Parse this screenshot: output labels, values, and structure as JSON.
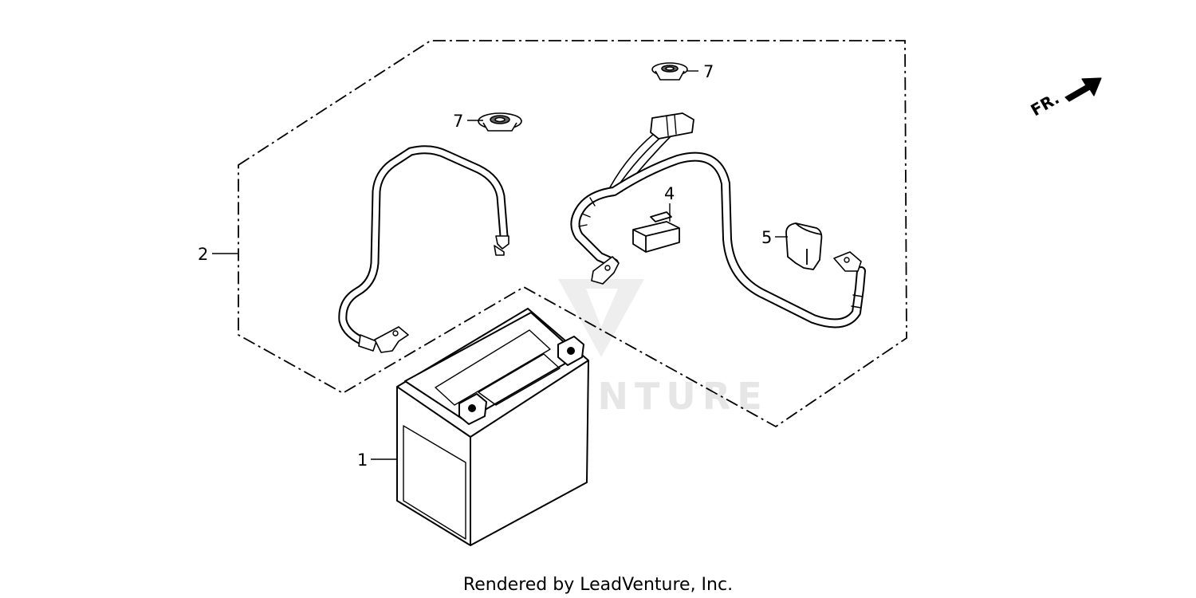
{
  "diagram": {
    "callouts": {
      "battery": "1",
      "cable_kit": "2",
      "fuse": "4",
      "terminal_cover": "5",
      "grommet_left": "7",
      "grommet_right": "7"
    },
    "direction_label": "FR.",
    "watermark": "LEADVENTURE",
    "credit": "Rendered by LeadVenture, Inc."
  }
}
